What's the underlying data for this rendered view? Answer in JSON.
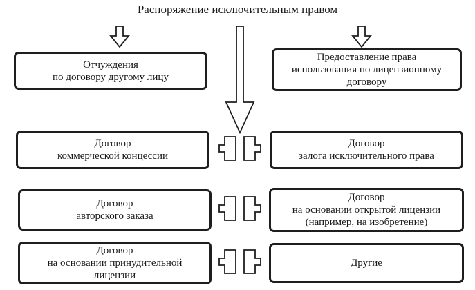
{
  "diagram": {
    "title": "Распоряжение исключительным правом",
    "colors": {
      "border": "#1e1e1e",
      "text": "#1a1a1a",
      "background": "#ffffff"
    },
    "boxes": {
      "alienation": [
        "Отчуждения",
        "по договору другому лицу"
      ],
      "license_grant": [
        "Предоставление права",
        "использования по лицензионному",
        "договору"
      ],
      "commercial_concession": [
        "Договор",
        "коммерческой концессии"
      ],
      "pledge": [
        "Договор",
        "залога исключительного права"
      ],
      "author_order": [
        "Договор",
        "авторского заказа"
      ],
      "open_license": [
        "Договор",
        "на основании открытой лицензии",
        "(например, на изобретение)"
      ],
      "compulsory_license": [
        "Договор",
        "на основании принудительной",
        "лицензии"
      ],
      "other": [
        "Другие"
      ]
    }
  }
}
